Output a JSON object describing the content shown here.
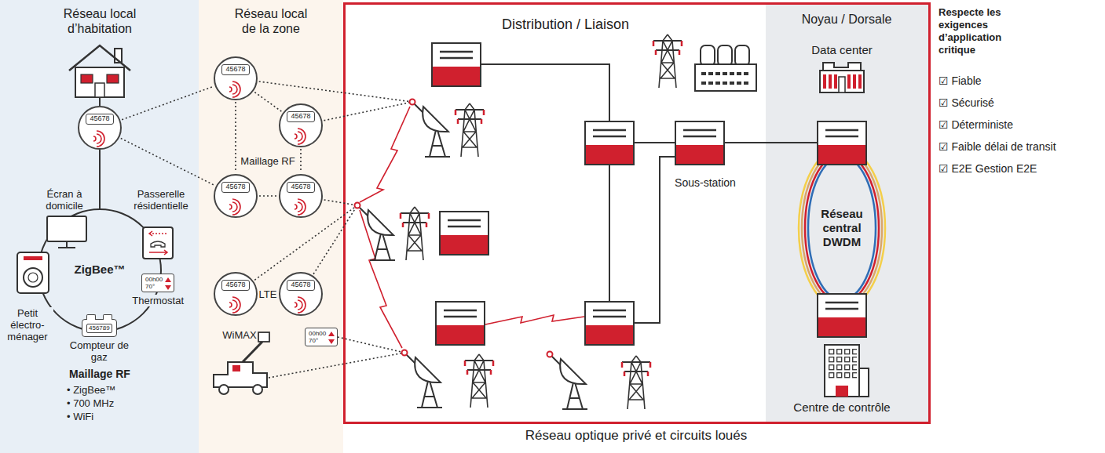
{
  "diagram": {
    "caption": "Réseau optique privé et circuits loués",
    "nodes": [
      {
        "text": [
          "Réseau local d’habitation"
        ]
      },
      {
        "text": [
          "45678"
        ],
        "in": 0
      },
      {
        "text": [
          "456789",
          "Compteur de gaz"
        ],
        "in": 0
      },
      {
        "text": [
          "00h00",
          "70°",
          "Thermostat"
        ],
        "in": 0
      },
      {
        "text": [
          "Réseau local de la zone"
        ]
      },
      {
        "text": [
          "45678"
        ],
        "in": 4
      },
      {
        "text": [
          "45678"
        ],
        "in": 4
      },
      {
        "text": [
          "45678"
        ],
        "in": 4
      },
      {
        "text": [
          "45678"
        ],
        "in": 4
      },
      {
        "text": [
          "45678"
        ],
        "in": 4
      },
      {
        "text": [
          "45678"
        ],
        "in": 4
      },
      {
        "text": [
          "00h00",
          "70°"
        ],
        "in": 4
      },
      {
        "text": [
          "Distribution / Liaison"
        ]
      },
      {
        "text": [
          "Noyau / Dorsale"
        ],
        "in": 12
      },
      {
        "text": [
          "Réseau central DWDM"
        ],
        "in": 13
      }
    ],
    "edges": [
      {
        "from": 1,
        "to": 5,
        "arrow": "none"
      },
      {
        "from": 1,
        "to": 7,
        "arrow": "none"
      },
      {
        "from": 5,
        "to": 6,
        "arrow": "none"
      },
      {
        "from": 5,
        "to": 7,
        "arrow": "none"
      },
      {
        "from": 6,
        "to": 8,
        "arrow": "none"
      },
      {
        "from": 7,
        "to": 8,
        "arrow": "none"
      }
    ],
    "labels": [
      "Écran à domicile",
      "Passerelle résidentielle",
      "ZigBee™",
      "Petit électro-ménager",
      "Maillage RF",
      "• ZigBee™",
      "• 700 MHz",
      "• WiFi",
      "Maillage RF",
      "LTE",
      "WiMAX",
      "Sous-station",
      "Data center",
      "Centre de contrôle",
      "Respecte les exigences d’application critique",
      "☑ Fiable",
      "☑ Sécurisé",
      "☑ Déterministe",
      "☑ Faible délai de transit",
      "☑ E2E Gestion E2E"
    ]
  }
}
